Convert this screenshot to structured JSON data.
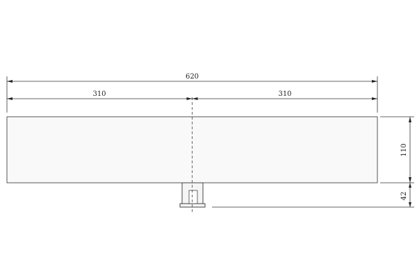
{
  "dimensions": {
    "total_width": "620",
    "left_half": "310",
    "right_half": "310",
    "panel_height": "110",
    "base_height": "42"
  },
  "colors": {
    "panel_fill": "#f8f9f8",
    "line": "#333333",
    "centerline": "#444444"
  }
}
